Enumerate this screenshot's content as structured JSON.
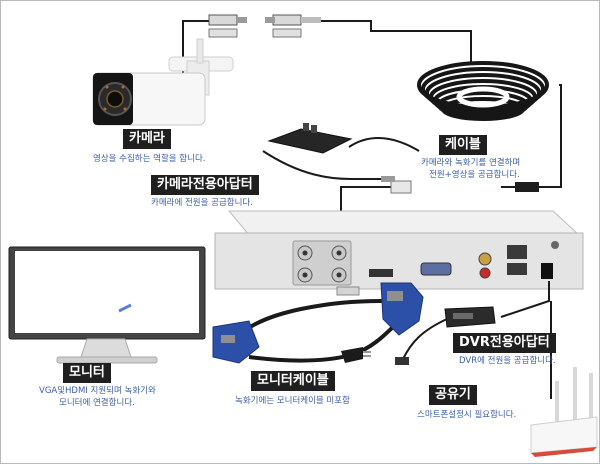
{
  "colors": {
    "label_bg": "#1f1f1f",
    "label_text": "#ffffff",
    "description_text": "#3b5ea8",
    "cable": "#1a1a1a",
    "vga_blue": "#2c4fa8",
    "dvr_body": "#e6e6e6",
    "monitor_frame": "#3a3a3a"
  },
  "labels": {
    "camera": {
      "title": "카메라",
      "desc": [
        "영상을 수집하는 역할을 합니다."
      ]
    },
    "cable": {
      "title": "케이블",
      "desc": [
        "카메라와 녹화기를 연결하며",
        "전원+영상을 공급합니다."
      ]
    },
    "camera_adapter": {
      "title": "카메라전용아답터",
      "desc": [
        "카메라에 전원을 공급합니다."
      ]
    },
    "monitor": {
      "title": "모니터",
      "desc": [
        "VGA및HDMI 지원되며 녹화기와",
        "모니터에 연결합니다."
      ]
    },
    "monitor_cable": {
      "title": "모니터케이블",
      "desc": [
        "녹화기에는 모니터케이블 미포함"
      ]
    },
    "dvr_adapter": {
      "title": "DVR전용아답터",
      "desc": [
        "DVR에 전원을 공급합니다."
      ]
    },
    "router": {
      "title": "공유기",
      "desc": [
        "스마트폰설정시 필요합니다."
      ]
    }
  },
  "icons": [
    "cctv-camera-icon",
    "cable-coil-icon",
    "power-adapter-icon",
    "dvr-recorder-icon",
    "monitor-icon",
    "vga-cable-icon",
    "router-icon"
  ]
}
